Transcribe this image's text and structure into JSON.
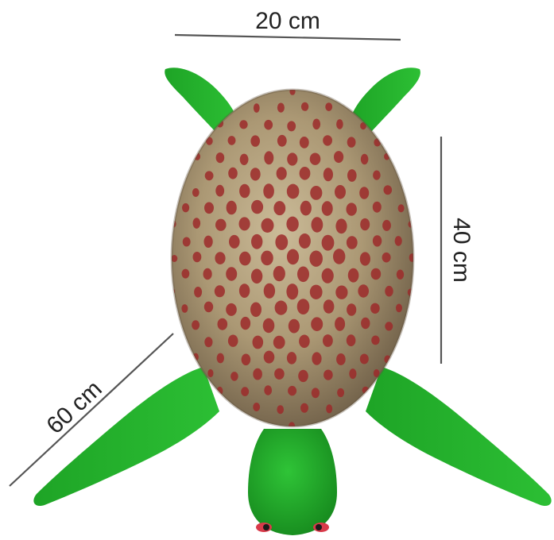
{
  "dimensions": {
    "width_label": "20 cm",
    "length_label": "40 cm",
    "flipper_label": "60 cm"
  },
  "colors": {
    "flipper_green": "#22b22a",
    "flipper_dark": "#13861a",
    "shell_base": "#a89572",
    "shell_light": "#c8b896",
    "spot_red": "#9c2a2a",
    "line_gray": "#555555",
    "eye_red": "#d83a4a"
  }
}
